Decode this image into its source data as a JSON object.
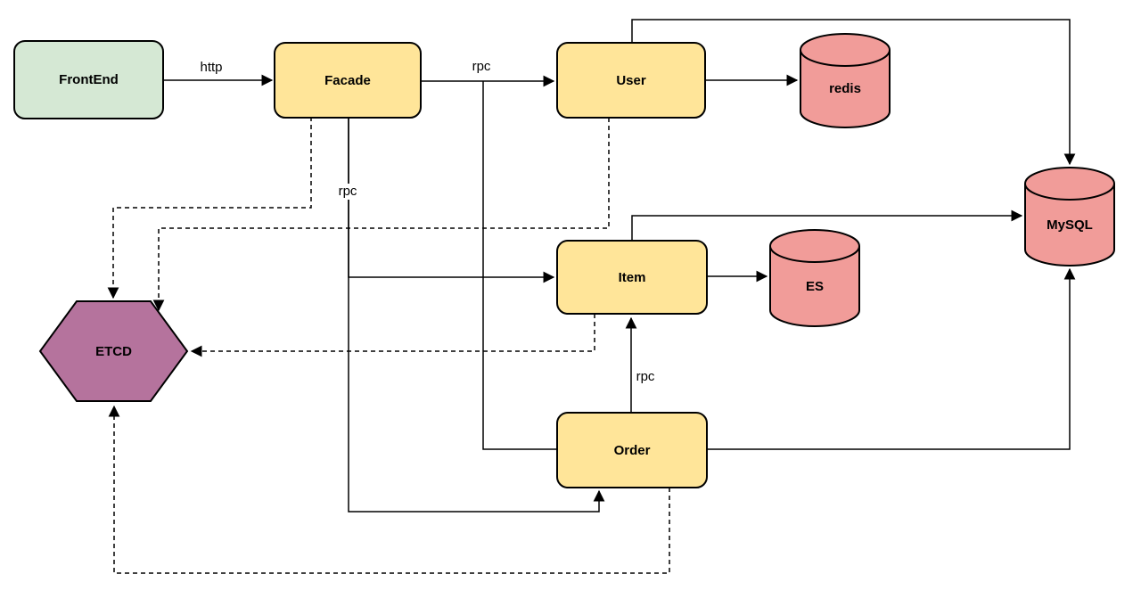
{
  "diagram": {
    "background_color": "#ffffff",
    "stroke_color": "#000000",
    "nodes": [
      {
        "id": "frontend",
        "label": "FrontEnd",
        "type": "rounded-rect",
        "fill": "#d5e8d4"
      },
      {
        "id": "facade",
        "label": "Facade",
        "type": "rounded-rect",
        "fill": "#ffe599"
      },
      {
        "id": "user",
        "label": "User",
        "type": "rounded-rect",
        "fill": "#ffe599"
      },
      {
        "id": "item",
        "label": "Item",
        "type": "rounded-rect",
        "fill": "#ffe599"
      },
      {
        "id": "order",
        "label": "Order",
        "type": "rounded-rect",
        "fill": "#ffe599"
      },
      {
        "id": "redis",
        "label": "redis",
        "type": "cylinder",
        "fill": "#f19c99"
      },
      {
        "id": "es",
        "label": "ES",
        "type": "cylinder",
        "fill": "#f19c99"
      },
      {
        "id": "mysql",
        "label": "MySQL",
        "type": "cylinder",
        "fill": "#f19c99"
      },
      {
        "id": "etcd",
        "label": "ETCD",
        "type": "hexagon",
        "fill": "#b5739d"
      }
    ],
    "edges": [
      {
        "from": "FrontEnd",
        "to": "Facade",
        "label": "http",
        "style": "solid"
      },
      {
        "from": "Facade",
        "to": "User",
        "label": "rpc",
        "style": "solid"
      },
      {
        "from": "User",
        "to": "redis",
        "style": "solid"
      },
      {
        "from": "User",
        "to": "MySQL",
        "style": "solid"
      },
      {
        "from": "Facade",
        "to": "Item",
        "label": "rpc",
        "style": "solid"
      },
      {
        "from": "Facade",
        "to": "Order",
        "style": "solid"
      },
      {
        "from": "Order",
        "to": "User",
        "style": "solid"
      },
      {
        "from": "Item",
        "to": "ES",
        "style": "solid"
      },
      {
        "from": "Item",
        "to": "MySQL",
        "style": "solid"
      },
      {
        "from": "Order",
        "to": "Item",
        "label": "rpc",
        "style": "solid"
      },
      {
        "from": "Order",
        "to": "MySQL",
        "style": "solid"
      },
      {
        "from": "Facade",
        "to": "ETCD",
        "style": "dashed"
      },
      {
        "from": "User",
        "to": "ETCD",
        "style": "dashed"
      },
      {
        "from": "Item",
        "to": "ETCD",
        "style": "dashed"
      },
      {
        "from": "Order",
        "to": "ETCD",
        "style": "dashed"
      }
    ]
  }
}
